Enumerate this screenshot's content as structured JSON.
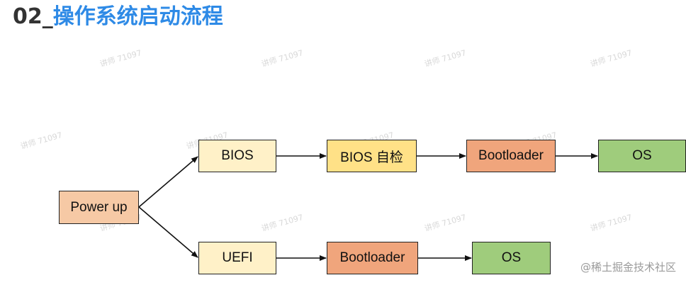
{
  "header": {
    "number": "02_",
    "title": "操作系统启动流程"
  },
  "watermark": "讲师 71097",
  "nodes": {
    "power_up": "Power up",
    "bios": "BIOS",
    "bios_self_check": "BIOS 自检",
    "bootloader_top": "Bootloader",
    "os_top": "OS",
    "uefi": "UEFI",
    "bootloader_bottom": "Bootloader",
    "os_bottom": "OS"
  },
  "colors": {
    "title_accent": "#2e8ae6",
    "power_up": "#f6c9a5",
    "bios": "#fff1c8",
    "bios_self_check": "#ffe187",
    "bootloader": "#f0a57c",
    "os": "#9fcc7c"
  },
  "credit": "@稀土掘金技术社区"
}
